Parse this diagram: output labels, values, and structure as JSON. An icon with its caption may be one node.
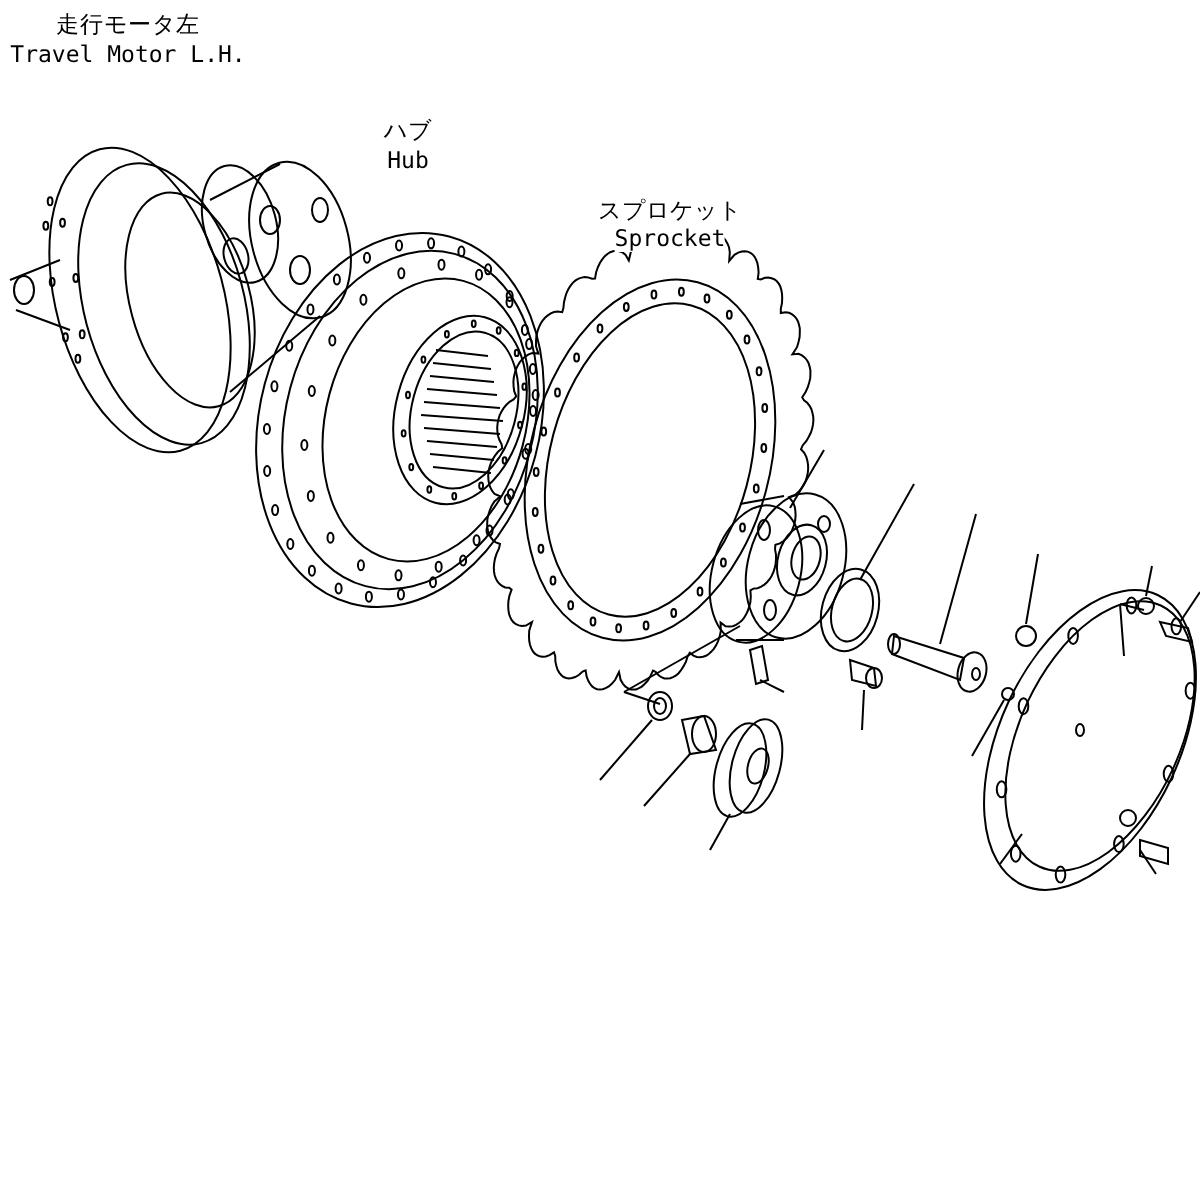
{
  "diagram": {
    "labels": [
      "走行モータ左",
      "Travel Motor L.H.",
      "ハブ",
      "Hub",
      "スプロケット",
      "Sprocket"
    ]
  }
}
